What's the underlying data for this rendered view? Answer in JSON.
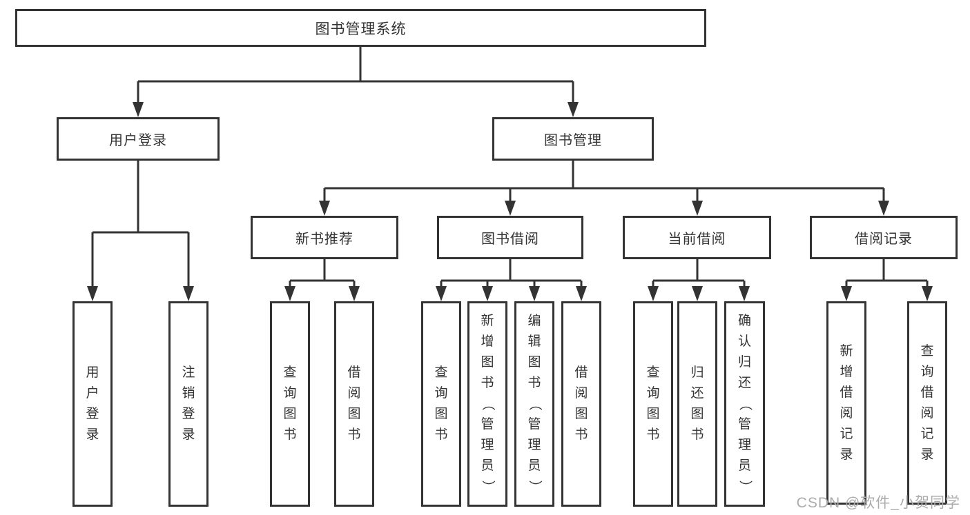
{
  "diagram": {
    "root": {
      "label": "图书管理系统"
    },
    "level2": [
      {
        "label": "用户登录"
      },
      {
        "label": "图书管理"
      }
    ],
    "level3": [
      {
        "label": "新书推荐"
      },
      {
        "label": "图书借阅"
      },
      {
        "label": "当前借阅"
      },
      {
        "label": "借阅记录"
      }
    ],
    "leaves": [
      {
        "label": "用户登录"
      },
      {
        "label": "注销登录"
      },
      {
        "label": "查询图书"
      },
      {
        "label": "借阅图书"
      },
      {
        "label": "查询图书"
      },
      {
        "label": "新增图书（管理员）"
      },
      {
        "label": "编辑图书（管理员）"
      },
      {
        "label": "借阅图书"
      },
      {
        "label": "查询图书"
      },
      {
        "label": "归还图书"
      },
      {
        "label": "确认归还（管理员）"
      },
      {
        "label": "新增借阅记录"
      },
      {
        "label": "查询借阅记录"
      }
    ]
  },
  "watermark": {
    "text": "CSDN @软件_小贺同学"
  },
  "colors": {
    "line": "#333333",
    "box_background": "#ffffff",
    "text": "#333333",
    "watermark": "#ababab"
  }
}
